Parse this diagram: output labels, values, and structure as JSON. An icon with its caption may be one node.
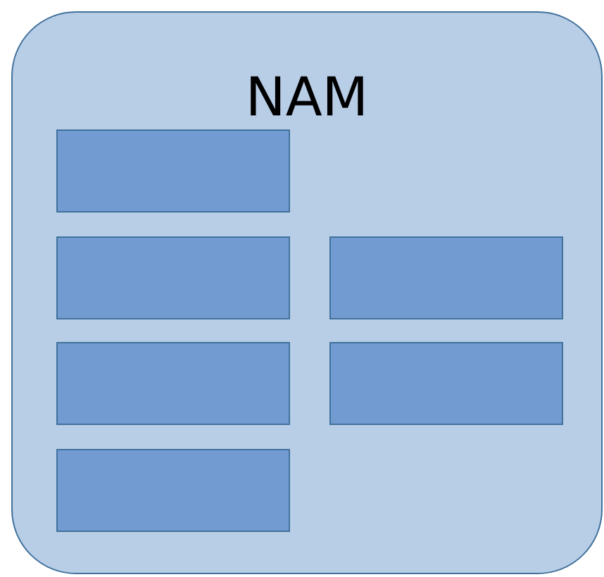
{
  "diagram": {
    "nodes": [
      {
        "text": [
          "NAM"
        ]
      },
      {
        "text": [],
        "shape": "box",
        "in": 0
      },
      {
        "text": [],
        "shape": "box",
        "in": 0
      },
      {
        "text": [],
        "shape": "box",
        "in": 0
      },
      {
        "text": [],
        "shape": "box",
        "in": 0
      },
      {
        "text": [],
        "shape": "box",
        "in": 0
      },
      {
        "text": [],
        "shape": "box",
        "in": 0
      }
    ]
  }
}
